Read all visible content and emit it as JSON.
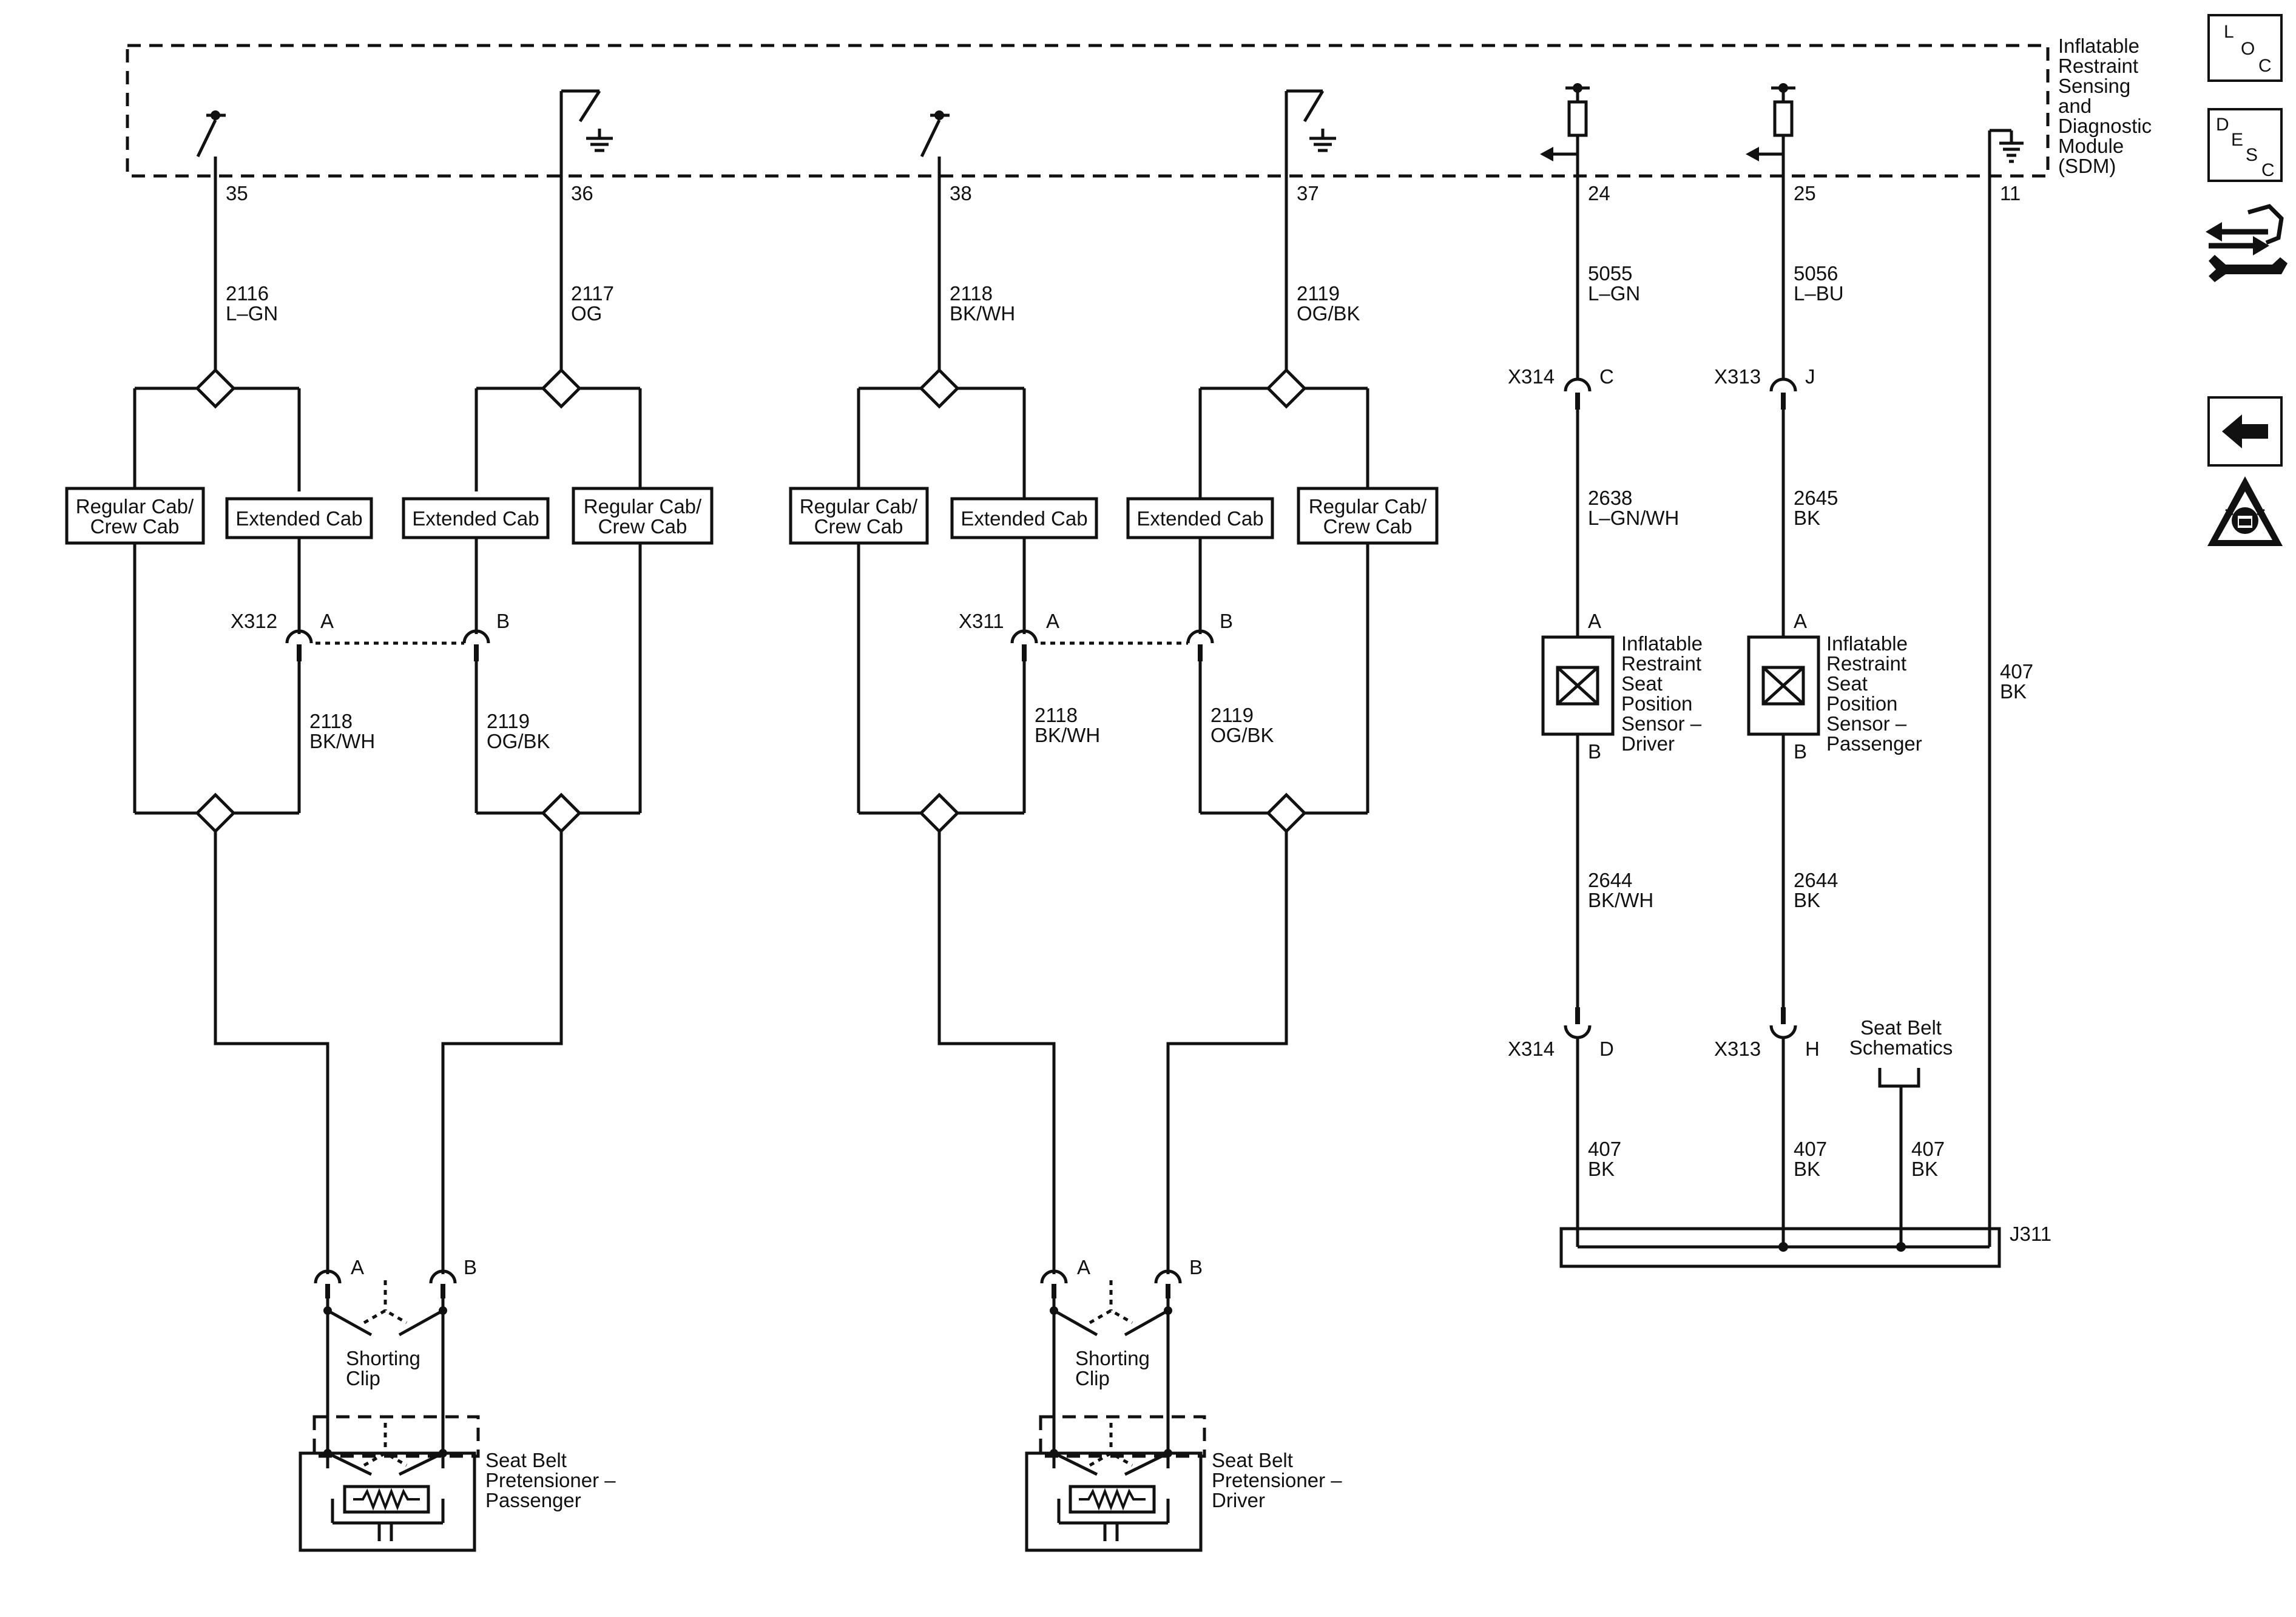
{
  "sdm": {
    "label_lines": [
      "Inflatable",
      "Restraint",
      "Sensing",
      "and",
      "Diagnostic",
      "Module",
      "(SDM)"
    ],
    "pins": {
      "p35": "35",
      "p36": "36",
      "p38": "38",
      "p37": "37",
      "p24": "24",
      "p25": "25",
      "p11": "11"
    }
  },
  "wires": {
    "w2116": {
      "num": "2116",
      "color": "L–GN"
    },
    "w2117": {
      "num": "2117",
      "color": "OG"
    },
    "w2118_top": {
      "num": "2118",
      "color": "BK/WH"
    },
    "w2119_top": {
      "num": "2119",
      "color": "OG/BK"
    },
    "w5055": {
      "num": "5055",
      "color": "L–GN"
    },
    "w5056": {
      "num": "5056",
      "color": "L–BU"
    },
    "w2118_l": {
      "num": "2118",
      "color": "BK/WH"
    },
    "w2119_l": {
      "num": "2119",
      "color": "OG/BK"
    },
    "w2118_r": {
      "num": "2118",
      "color": "BK/WH"
    },
    "w2119_r": {
      "num": "2119",
      "color": "OG/BK"
    },
    "w2638": {
      "num": "2638",
      "color": "L–GN/WH"
    },
    "w2645": {
      "num": "2645",
      "color": "BK"
    },
    "w2644_a": {
      "num": "2644",
      "color": "BK/WH"
    },
    "w2644_b": {
      "num": "2644",
      "color": "BK"
    },
    "w407_a": {
      "num": "407",
      "color": "BK"
    },
    "w407_b": {
      "num": "407",
      "color": "BK"
    },
    "w407_c": {
      "num": "407",
      "color": "BK"
    },
    "w407_d": {
      "num": "407",
      "color": "BK"
    }
  },
  "options": {
    "regular_line1": "Regular Cab/",
    "regular_line2": "Crew Cab",
    "extended": "Extended Cab"
  },
  "connectors": {
    "x312": "X312",
    "x311": "X311",
    "x314_top": "X314",
    "x313_top": "X313",
    "x314_bot": "X314",
    "x313_bot": "X313",
    "j311": "J311"
  },
  "terminals": {
    "x312_a": "A",
    "x312_b": "B",
    "x311_a": "A",
    "x311_b": "B",
    "x314_c": "C",
    "x313_j": "J",
    "x314_d": "D",
    "x313_h": "H",
    "sensor1_a": "A",
    "sensor1_b": "B",
    "sensor2_a": "A",
    "sensor2_b": "B",
    "pret1_a": "A",
    "pret1_b": "B",
    "pret2_a": "A",
    "pret2_b": "B"
  },
  "components": {
    "sensor_driver": [
      "Inflatable",
      "Restraint",
      "Seat",
      "Position",
      "Sensor –",
      "Driver"
    ],
    "sensor_passenger": [
      "Inflatable",
      "Restraint",
      "Seat",
      "Position",
      "Sensor –",
      "Passenger"
    ],
    "pretensioner_passenger": [
      "Seat Belt",
      "Pretensioner –",
      "Passenger"
    ],
    "pretensioner_driver": [
      "Seat Belt",
      "Pretensioner –",
      "Driver"
    ],
    "shorting_clip": [
      "Shorting",
      "Clip"
    ],
    "seat_belt_schematics": [
      "Seat Belt",
      "Schematics"
    ]
  },
  "nav_icons": {
    "loc": {
      "name": "loc-icon",
      "l": "L",
      "o": "O",
      "c": "C"
    },
    "desc": {
      "name": "desc-icon",
      "d": "D",
      "e": "E",
      "s": "S",
      "c": "C"
    },
    "connector_end_view": "connector-wrench-icon",
    "back": "back-arrow-icon",
    "esd_warning": "esd-warning-icon"
  }
}
